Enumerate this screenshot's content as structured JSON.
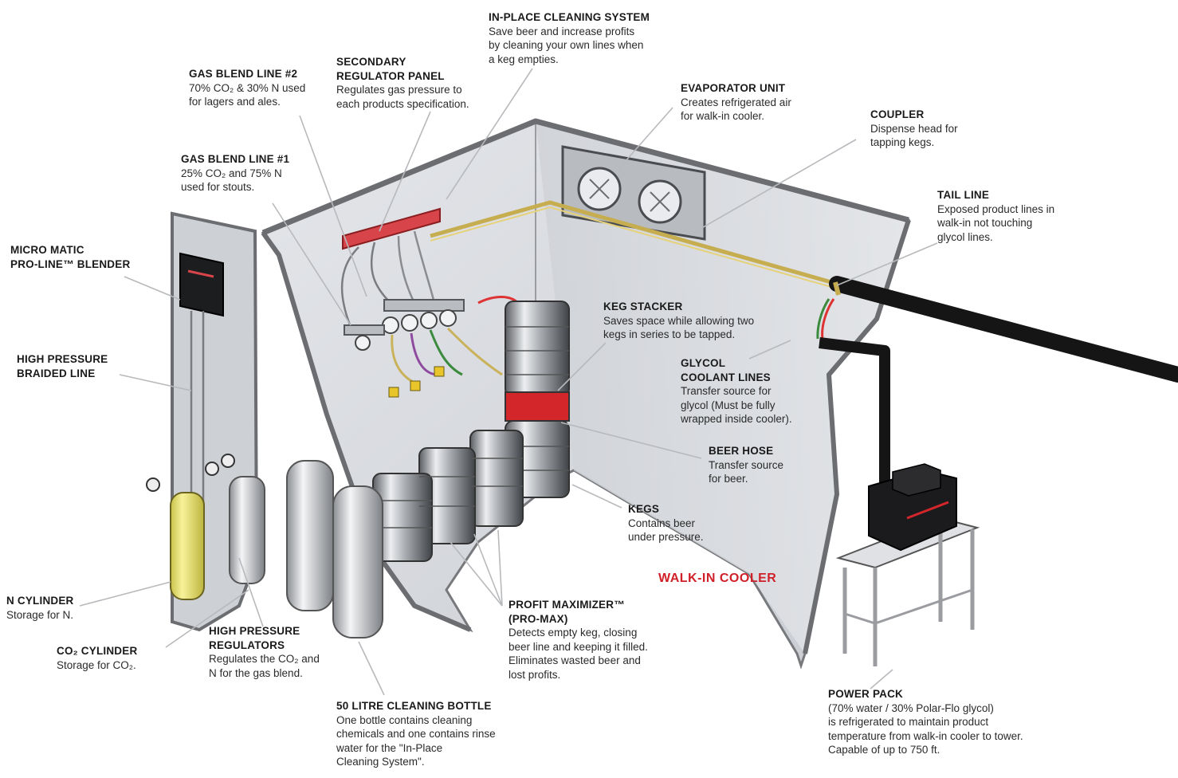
{
  "cooler_label": "WALK-IN COOLER",
  "colors": {
    "cooler_label": "#d0202a",
    "wall": "#d8dbe0",
    "wall_edge": "#77797c",
    "n_cylinder": "#f0e87a",
    "keg_band": "#d3262b"
  },
  "labels": {
    "in_place_cleaning": {
      "title": [
        "IN-PLACE CLEANING SYSTEM"
      ],
      "desc": [
        "Save beer and increase profits",
        "by cleaning your own lines when",
        "a keg empties."
      ]
    },
    "secondary_regulator": {
      "title": [
        "SECONDARY",
        "REGULATOR PANEL"
      ],
      "desc": [
        "Regulates gas pressure to",
        "each products specification."
      ]
    },
    "gas_blend_2": {
      "title": [
        "GAS BLEND LINE #2"
      ],
      "desc": [
        "70% CO₂ & 30% N used",
        "for lagers and ales."
      ]
    },
    "gas_blend_1": {
      "title": [
        "GAS BLEND LINE #1"
      ],
      "desc": [
        "25% CO₂ and 75% N",
        "used for stouts."
      ]
    },
    "evaporator": {
      "title": [
        "EVAPORATOR UNIT"
      ],
      "desc": [
        "Creates refrigerated air",
        "for walk-in cooler."
      ]
    },
    "coupler": {
      "title": [
        "COUPLER"
      ],
      "desc": [
        "Dispense head for",
        "tapping kegs."
      ]
    },
    "tail_line": {
      "title": [
        "TAIL LINE"
      ],
      "desc": [
        "Exposed product lines in",
        "walk-in not touching",
        "glycol lines."
      ]
    },
    "blender": {
      "title": [
        "MICRO MATIC",
        "PRO-LINE™ BLENDER"
      ],
      "desc": []
    },
    "braided_line": {
      "title": [
        "HIGH PRESSURE",
        "BRAIDED LINE"
      ],
      "desc": []
    },
    "keg_stacker": {
      "title": [
        "KEG STACKER"
      ],
      "desc": [
        "Saves space while allowing two",
        "kegs in series to be tapped."
      ]
    },
    "glycol_lines": {
      "title": [
        "GLYCOL",
        "COOLANT LINES"
      ],
      "desc": [
        "Transfer source for",
        "glycol (Must be fully",
        "wrapped inside cooler)."
      ]
    },
    "beer_hose": {
      "title": [
        "BEER HOSE"
      ],
      "desc": [
        "Transfer source",
        "for beer."
      ]
    },
    "kegs": {
      "title": [
        "KEGS"
      ],
      "desc": [
        "Contains beer",
        "under pressure."
      ]
    },
    "n_cylinder": {
      "title": [
        "N CYLINDER"
      ],
      "desc": [
        "Storage for N."
      ]
    },
    "co2_cylinder": {
      "title": [
        "CO₂ CYLINDER"
      ],
      "desc": [
        "Storage for CO₂."
      ]
    },
    "hp_regulators": {
      "title": [
        "HIGH PRESSURE",
        "REGULATORS"
      ],
      "desc": [
        "Regulates the CO₂ and",
        "N for the gas blend."
      ]
    },
    "profit_maximizer": {
      "title": [
        "PROFIT MAXIMIZER™",
        "(PRO-MAX)"
      ],
      "desc": [
        "Detects empty keg, closing",
        "beer line and keeping it filled.",
        "Eliminates wasted beer and",
        "lost profits."
      ]
    },
    "cleaning_bottle": {
      "title": [
        "50 LITRE CLEANING BOTTLE"
      ],
      "desc": [
        "One bottle contains cleaning",
        "chemicals and one contains rinse",
        "water for the \"In-Place",
        "Cleaning System\"."
      ]
    },
    "power_pack": {
      "title": [
        "POWER PACK"
      ],
      "desc": [
        "(70% water / 30% Polar-Flo glycol)",
        "is refrigerated to maintain product",
        "temperature from walk-in cooler to tower.",
        "Capable of up to 750 ft."
      ]
    }
  }
}
